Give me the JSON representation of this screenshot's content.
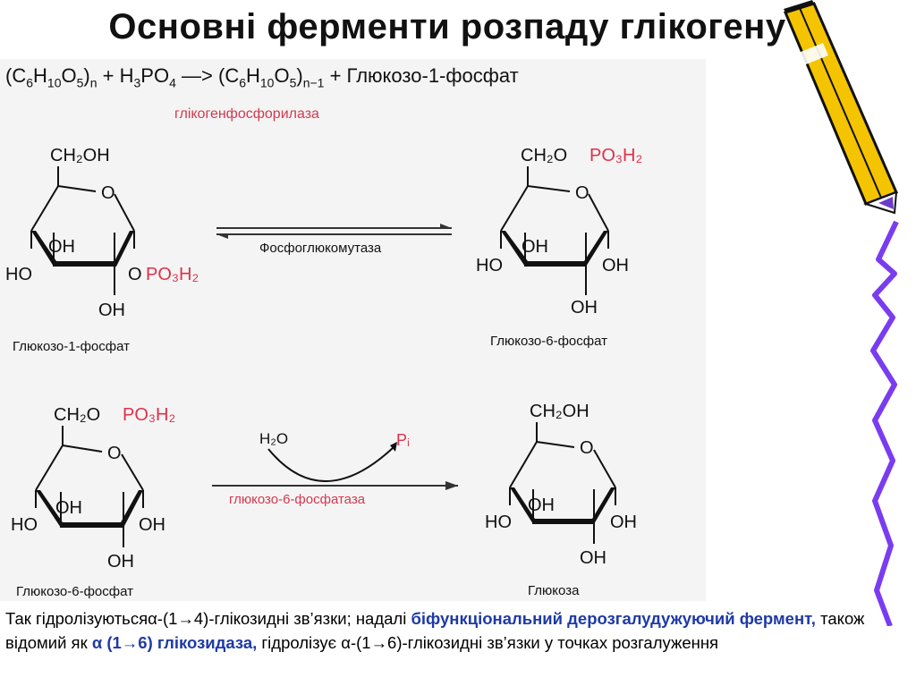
{
  "title": "Основні ферменти розпаду глікогену",
  "equation": {
    "left": "(C",
    "n": "n",
    "n_minus_1": "n−1",
    "reactant_acid": "H",
    "arrow": "—>",
    "product": "Глюкозо-1-фосфат"
  },
  "enzymes": {
    "phosphorylase": "глікогенфосфорилаза",
    "phosphoglucomutase": "Фосфоглюкомутаза",
    "phosphatase": "глюкозо-6-фосфатаза"
  },
  "molecules": {
    "g1p_label": "Глюкозо-1-фосфат",
    "g6p_label": "Глюкозо-6-фосфат",
    "g6p_label_2": "Глюкозо-6-фосфат",
    "glucose_label": "Глюкоза"
  },
  "groups": {
    "ch2oh": "CH₂OH",
    "ch2o": "CH₂O",
    "po3h2": "PO₃H₂",
    "oh": "OH",
    "ho": "HO",
    "ring_o": "O",
    "o_prefix": "O",
    "water": "H₂O",
    "pi": "Pᵢ"
  },
  "caption": {
    "part1": "Так гідролізуютьсяα-(1→4)-глікозидні зв’язки;  надалі ",
    "part2": "біфункціональний дерозгалудужуючий фермент,",
    "part3": " також відомий як ",
    "part4": "α (1→6) глікозидаза,",
    "part5": " гідролізує α-(1→6)-глікозидні зв’язки у точках розгалуження"
  },
  "colors": {
    "phosphate_red": "#e0304a",
    "enzyme_red": "#d23a4f",
    "caption_blue": "#1f3aa6",
    "pencil_yellow": "#f5c400",
    "zigzag_purple": "#7a3cf0"
  }
}
